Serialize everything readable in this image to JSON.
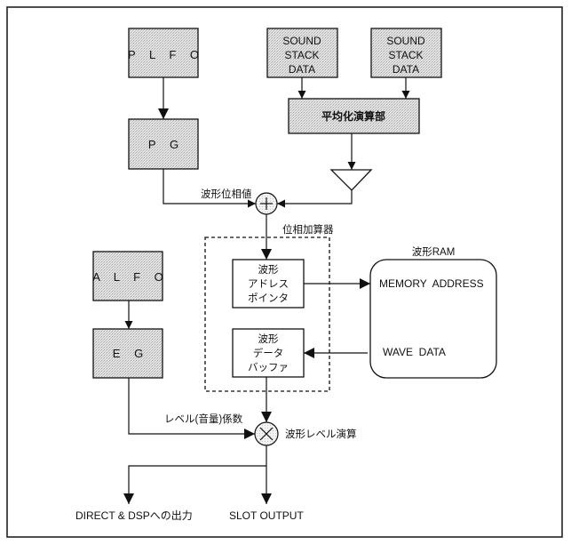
{
  "diagram": {
    "blocks": {
      "plfo": "P L F O",
      "pg": "P G",
      "alfo": "A L F O",
      "eg": "E G",
      "sound_stack_1": [
        "SOUND",
        "STACK",
        "DATA"
      ],
      "sound_stack_2": [
        "SOUND",
        "STACK",
        "DATA"
      ],
      "averaging_unit": "平均化演算部",
      "address_pointer": [
        "波形",
        "アドレス",
        "ポインタ"
      ],
      "data_buffer": [
        "波形",
        "データ",
        "バッファ"
      ]
    },
    "ram": {
      "title": "波形RAM",
      "memory_address": "MEMORY  ADDRESS",
      "wave_data": "WAVE  DATA"
    },
    "labels": {
      "waveform_phase_value": "波形位相値",
      "phase_adder": "位相加算器",
      "level_coefficient": "レベル(音量)係数",
      "waveform_level_calc": "波形レベル演算"
    },
    "operators": {
      "adder_symbol": "plus-circle",
      "multiplier_symbol": "times-circle",
      "amplifier_symbol": "triangle"
    },
    "outputs": {
      "direct_dsp": "DIRECT & DSPへの出力",
      "slot_output": "SLOT OUTPUT"
    }
  }
}
